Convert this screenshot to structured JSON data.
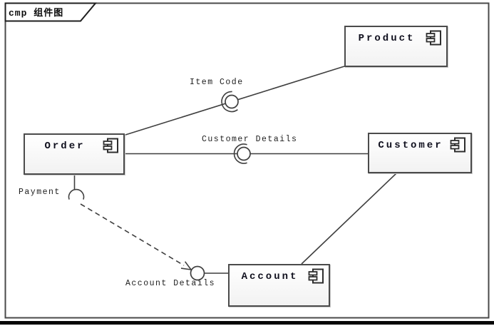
{
  "frame": {
    "label": "cmp 组件图"
  },
  "components": {
    "product": {
      "name": "Product"
    },
    "order": {
      "name": "Order"
    },
    "customer": {
      "name": "Customer"
    },
    "account": {
      "name": "Account"
    }
  },
  "interfaces": {
    "item_code": {
      "label": "Item Code"
    },
    "customer_details": {
      "label": "Customer Details"
    },
    "payment": {
      "label": "Payment"
    },
    "account_details": {
      "label": "Account Details"
    }
  },
  "colors": {
    "line": "#3f3f3f",
    "box_border": "#4b4b4b",
    "text": "#111111",
    "background": "#ffffff"
  }
}
